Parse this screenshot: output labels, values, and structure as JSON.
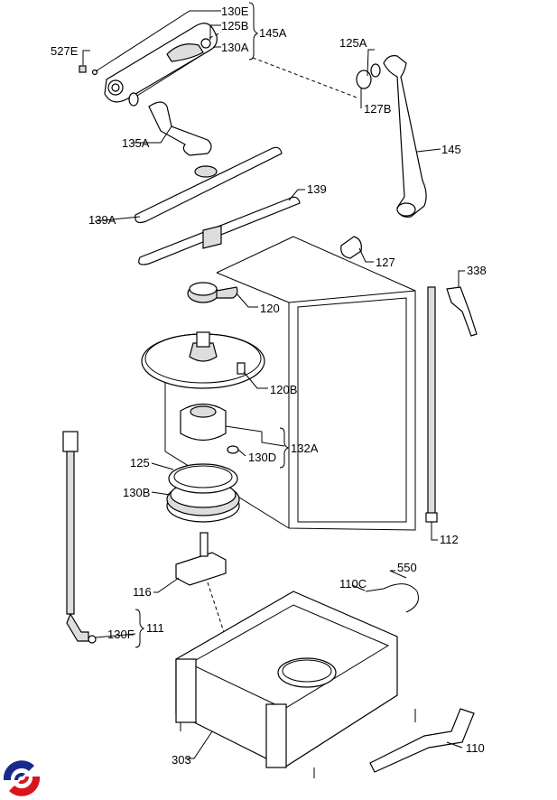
{
  "labels": {
    "l130E": "130E",
    "l125B": "125B",
    "l130A": "130A",
    "l145A": "145A",
    "l527E": "527E",
    "l125A": "125A",
    "l127B": "127B",
    "l145": "145",
    "l135A": "135A",
    "l139": "139",
    "l139A": "139A",
    "l127": "127",
    "l338": "338",
    "l120": "120",
    "l120B": "120B",
    "l132A": "132A",
    "l130D": "130D",
    "l125": "125",
    "l130B": "130B",
    "l112": "112",
    "l550": "550",
    "l110C": "110C",
    "l116": "116",
    "l111": "111",
    "l130F": "130F",
    "l110": "110",
    "l303": "303"
  },
  "logo": {
    "colors": [
      "#1a2a8c",
      "#d8141c"
    ]
  }
}
